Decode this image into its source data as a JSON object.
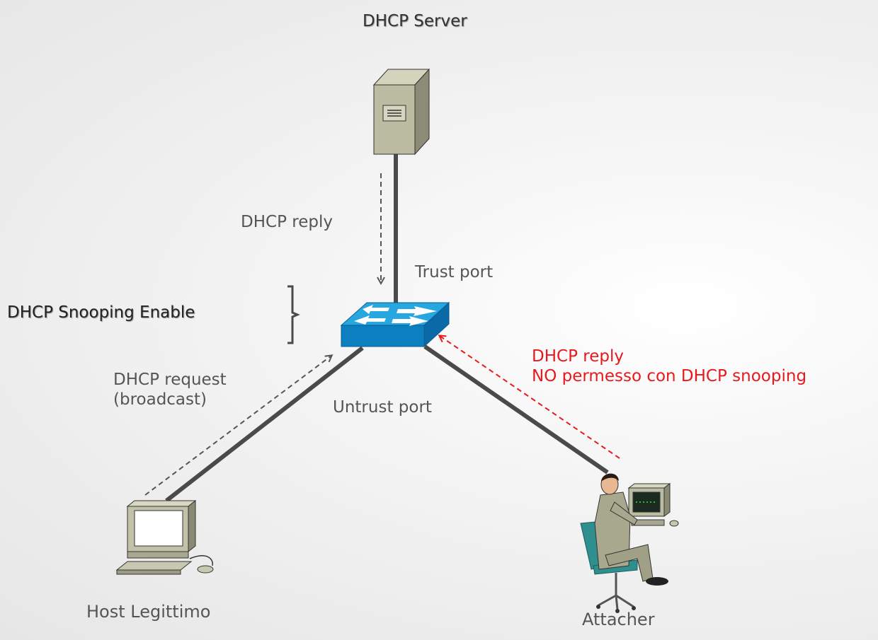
{
  "labels": {
    "server": "DHCP Server",
    "snooping": "DHCP Snooping Enable",
    "reply_legit": "DHCP reply",
    "trust_port": "Trust port",
    "untrust_port": "Untrust port",
    "request": "DHCP request\n(broadcast)",
    "rogue_reply": "DHCP reply\nNO permesso con DHCP snooping",
    "host": "Host Legittimo",
    "attacker": "Attacher"
  },
  "colors": {
    "link": "#4a4a4a",
    "legit_flow": "#555555",
    "blocked_flow": "#e8191c",
    "switch_top": "#27a7e0",
    "switch_front": "#0b7fc0"
  },
  "icons": {
    "server": "server-tower-icon",
    "switch": "workgroup-switch-icon",
    "host": "desktop-computer-icon",
    "attacker": "person-at-workstation-icon"
  }
}
